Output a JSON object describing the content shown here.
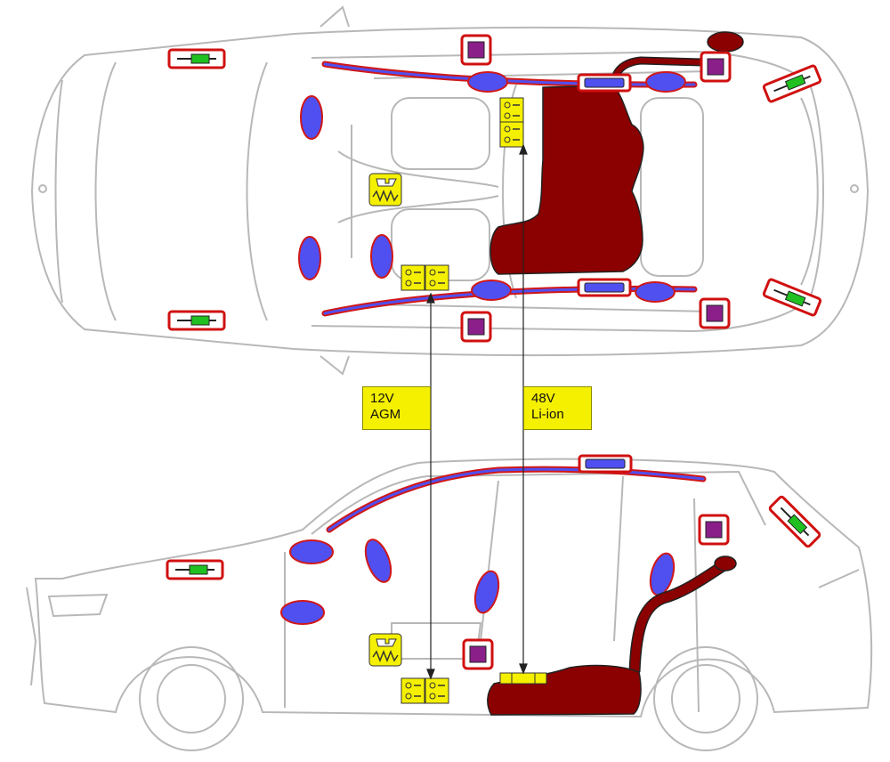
{
  "callouts": {
    "battery_12v": {
      "line1": "12V",
      "line2": "AGM"
    },
    "battery_48v": {
      "line1": "48V",
      "line2": "Li-ion"
    }
  },
  "colors": {
    "car_outline": "#b8b8b8",
    "airbag": "#5050f0",
    "airbag_outline": "#d01818",
    "fuel_tank": "#8b0000",
    "battery": "#f5f000",
    "sensor_fill": "#8a1f8a",
    "marker_frame": "#d01010",
    "crash_sensor": "#20c020",
    "callout_bg": "#f5f000"
  },
  "icons": [
    "airbag-icon",
    "seatbelt-tensioner-icon",
    "crash-sensor-icon",
    "pressure-sensor-icon",
    "inflator-icon",
    "battery-icon",
    "fuel-tank-icon"
  ]
}
